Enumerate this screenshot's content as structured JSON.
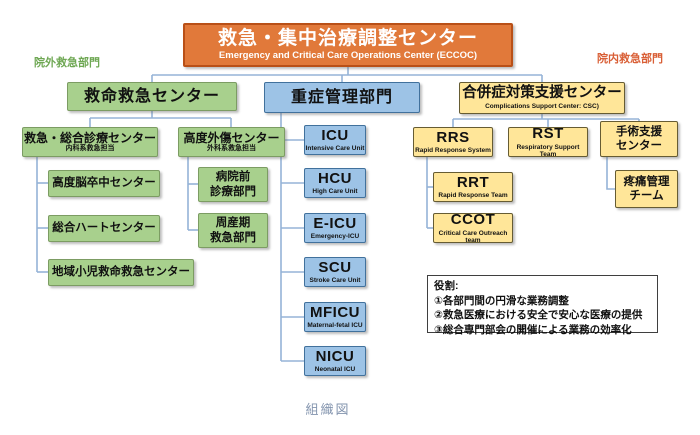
{
  "header": {
    "title": "救急・集中治療調整センター",
    "subtitle": "Emergency and Critical Care Operations Center (ECCOC)"
  },
  "labels": {
    "left_section": "院外救急部門",
    "right_section": "院内救急部門",
    "caption": "組織図"
  },
  "colors": {
    "orange_fill": "#E1793A",
    "orange_border": "#B95017",
    "green_fill": "#A8D08D",
    "green_border": "#7C9C63",
    "blue_fill": "#9DC3E6",
    "blue_border": "#41719C",
    "yellow_fill": "#FFE699",
    "yellow_border": "#665C33",
    "connector": "#95B3D7",
    "left_label_color": "#6FA854",
    "right_label_color": "#D95F36",
    "caption_color": "#8394AE"
  },
  "nodes": {
    "lifesaving": {
      "title": "救命救急センター"
    },
    "critical": {
      "title": "重症管理部門"
    },
    "csc": {
      "title": "合併症対策支援センター",
      "subtitle": "Complications Support Center: CSC)"
    },
    "er_general": {
      "title": "救急・総合診療センター",
      "subtitle": "内科系救急担当"
    },
    "trauma": {
      "title": "高度外傷センター",
      "subtitle": "外科系救急担当"
    },
    "stroke_center": {
      "title": "高度脳卒中センター"
    },
    "heart_center": {
      "title": "総合ハートセンター"
    },
    "pediatric": {
      "title": "地域小児救命救急センター"
    },
    "prehospital": {
      "title": "病院前\n診療部門"
    },
    "perinatal": {
      "title": "周産期\n救急部門"
    },
    "icu": {
      "title": "ICU",
      "subtitle": "Intensive Care Unit"
    },
    "hcu": {
      "title": "HCU",
      "subtitle": "High Care Unit"
    },
    "eicu": {
      "title": "E-ICU",
      "subtitle": "Emergency-ICU"
    },
    "scu": {
      "title": "SCU",
      "subtitle": "Stroke Care Unit"
    },
    "mficu": {
      "title": "MFICU",
      "subtitle": "Maternal-fetal ICU"
    },
    "nicu": {
      "title": "NICU",
      "subtitle": "Neonatal ICU"
    },
    "rrs": {
      "title": "RRS",
      "subtitle": "Rapid Response System"
    },
    "rst": {
      "title": "RST",
      "subtitle": "Respiratory Support Team"
    },
    "surgery_support": {
      "title": "手術支援\nセンター"
    },
    "rrt": {
      "title": "RRT",
      "subtitle": "Rapid Response Team"
    },
    "ccot": {
      "title": "CCOT",
      "subtitle": "Critical Care Outreach team"
    },
    "pain_team": {
      "title": "疼痛管理\nチーム"
    }
  },
  "roles": {
    "heading": "役割:",
    "items": [
      "①各部門間の円滑な業務調整",
      "②救急医療における安全で安心な医療の提供",
      "③総合専門部会の開催による業務の効率化"
    ]
  }
}
